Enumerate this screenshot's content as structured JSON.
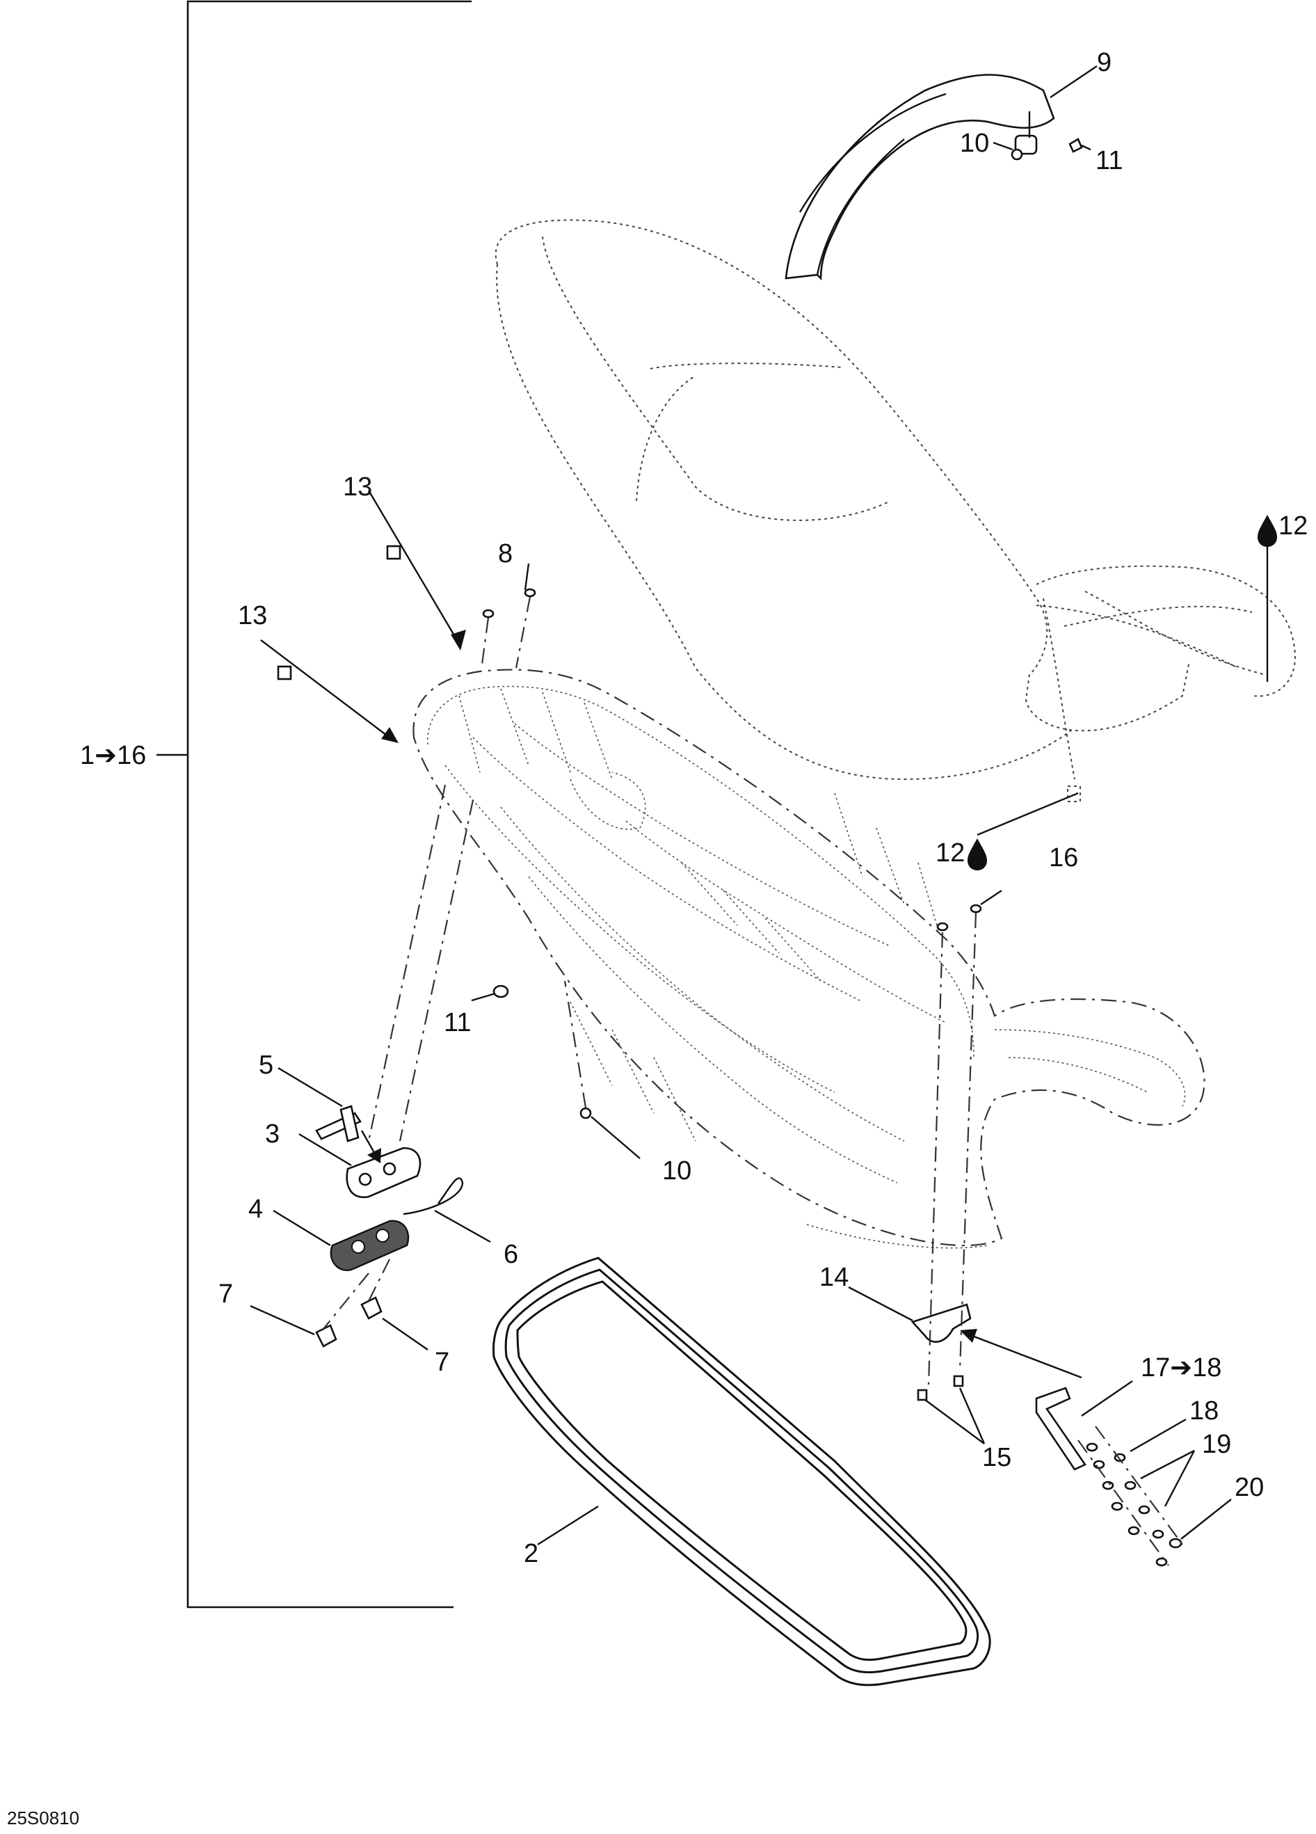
{
  "colors": {
    "ink": "#111111",
    "background": "#ffffff"
  },
  "labels": {
    "assembly": "1➔16",
    "p2": "2",
    "p3": "3",
    "p4": "4",
    "p5": "5",
    "p6": "6",
    "p7a": "7",
    "p7b": "7",
    "p8": "8",
    "p9": "9",
    "p10a": "10",
    "p10b": "10",
    "p11a": "11",
    "p11b": "11",
    "p12a": "12",
    "p12b": "12",
    "p13a": "13",
    "p13b": "13",
    "p14": "14",
    "p15": "15",
    "p16": "16",
    "p17": "17➔18",
    "p18": "18",
    "p19": "19",
    "p20": "20"
  },
  "drawing_code": "25S0810",
  "icons": {
    "adhesive": "drop-icon"
  }
}
